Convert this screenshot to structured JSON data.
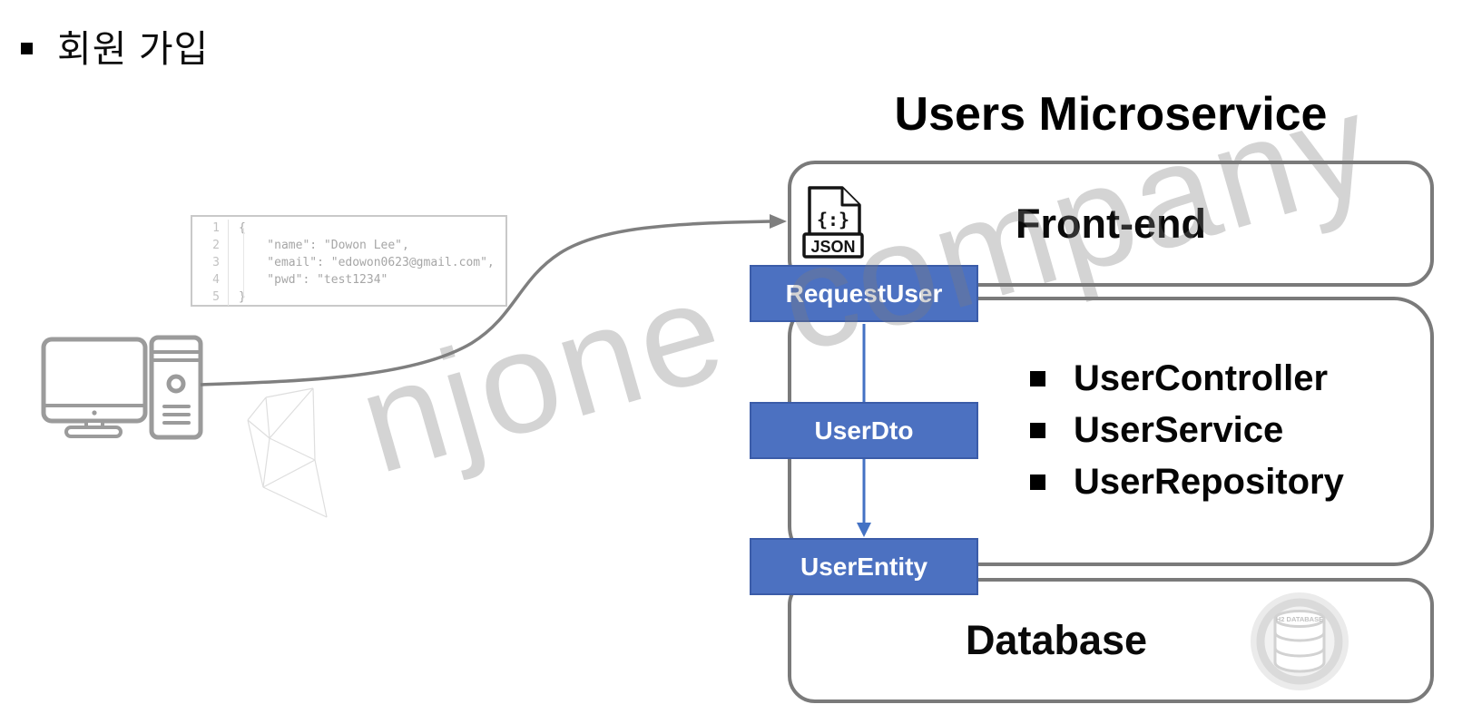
{
  "slide": {
    "title": "회원 가입"
  },
  "watermark": {
    "text": "njone company"
  },
  "diagram": {
    "title": "Users Microservice",
    "request_json": {
      "lines": [
        {
          "num": "1",
          "code": "{"
        },
        {
          "num": "2",
          "code": "    \"name\": \"Dowon Lee\","
        },
        {
          "num": "3",
          "code": "    \"email\": \"edowon0623@gmail.com\","
        },
        {
          "num": "4",
          "code": "    \"pwd\": \"test1234\""
        },
        {
          "num": "5",
          "code": "}"
        }
      ]
    },
    "frontend": {
      "label": "Front-end",
      "json_icon_symbol": "{:}",
      "json_icon_label": "JSON"
    },
    "service": {
      "items": [
        "UserController",
        "UserService",
        "UserRepository"
      ]
    },
    "database": {
      "label": "Database",
      "icon_label": "H2 DATABASE"
    },
    "flow": [
      {
        "label": "RequestUser"
      },
      {
        "label": "UserDto"
      },
      {
        "label": "UserEntity"
      }
    ]
  },
  "colors": {
    "flow_box_fill": "#4c71c1",
    "flow_box_border": "#3b5ca8",
    "container_border": "#7a7a7a",
    "connector_gray": "#7f7f7f",
    "arrow_blue": "#4472c4",
    "icon_gray": "#9b9b9b"
  }
}
